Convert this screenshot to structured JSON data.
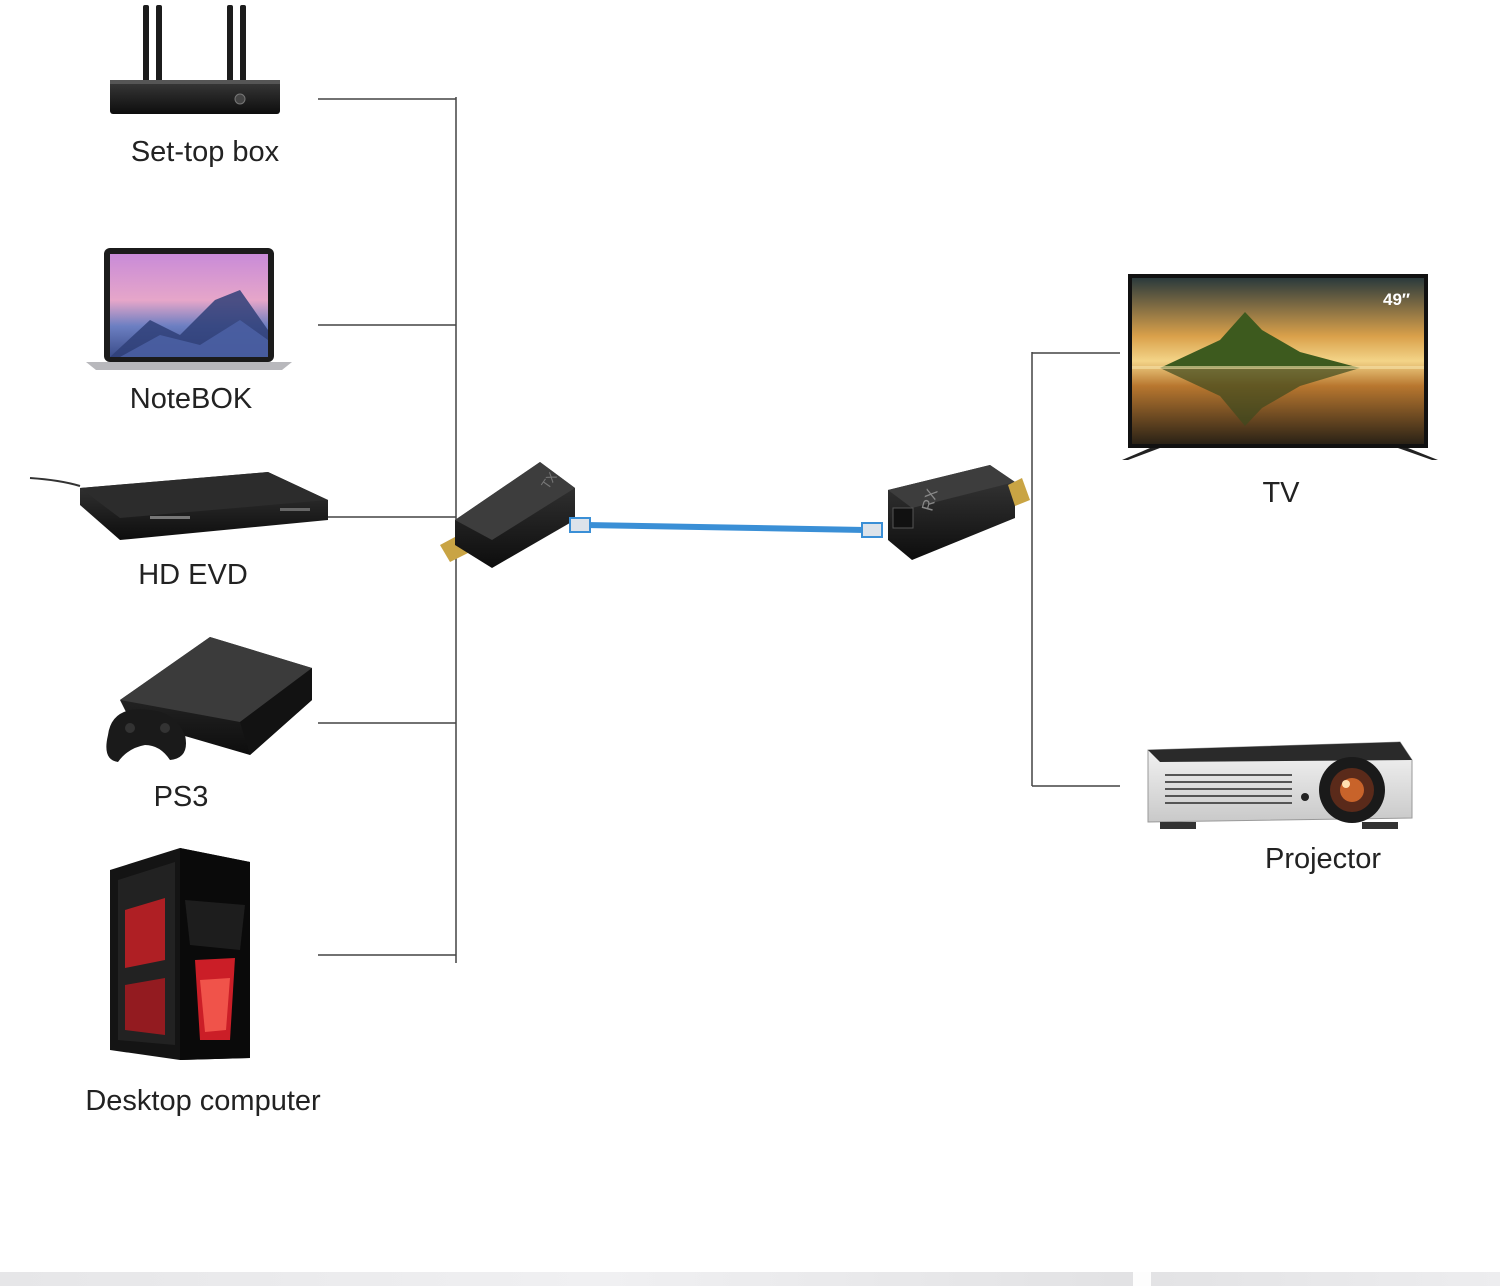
{
  "sources": [
    {
      "id": "set-top-box",
      "label": "Set-top box",
      "icon": "set-top-box-icon"
    },
    {
      "id": "notebook",
      "label": "NoteBOK",
      "icon": "laptop-icon"
    },
    {
      "id": "hd-evd",
      "label": "HD EVD",
      "icon": "dvd-player-icon"
    },
    {
      "id": "ps3",
      "label": "PS3",
      "icon": "game-console-icon"
    },
    {
      "id": "desktop",
      "label": "Desktop computer",
      "icon": "desktop-tower-icon"
    }
  ],
  "adapters": {
    "transmitter": {
      "mark": "TX",
      "icon": "hdmi-transmitter-icon"
    },
    "receiver": {
      "mark": "RX",
      "icon": "hdmi-receiver-icon"
    },
    "cable": {
      "icon": "ethernet-cable-icon",
      "color": "#3a8fd6"
    }
  },
  "displays": [
    {
      "id": "tv",
      "label": "TV",
      "badge": "49″",
      "icon": "tv-icon"
    },
    {
      "id": "projector",
      "label": "Projector",
      "icon": "projector-icon"
    }
  ],
  "colors": {
    "line": "#444444",
    "device_body": "#1e1e1e",
    "led_red": "#e0202a"
  }
}
